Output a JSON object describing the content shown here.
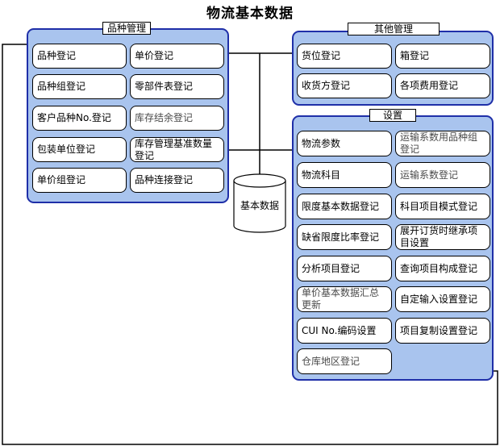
{
  "title": "物流基本数据",
  "center": {
    "label": "基本数据"
  },
  "colors": {
    "panel_fill": "#a9c4ee",
    "panel_border": "#1f2fa8"
  },
  "left_panel": {
    "title": "品种管理",
    "items": [
      "品种登记",
      "单价登记",
      "品种组登记",
      "零部件表登记",
      "客户品种No.登记",
      "库存结余登记",
      "包装单位登记",
      "库存管理基准数量登记",
      "单价组登记",
      "品种连接登记"
    ]
  },
  "right_top_panel": {
    "title": "其他管理",
    "items": [
      "货位登记",
      "箱登记",
      "收货方登记",
      "各项费用登记"
    ]
  },
  "right_panel": {
    "title": "设置",
    "items": [
      "物流参数",
      "运输系数用品种组登记",
      "物流科目",
      "运输系数登记",
      "限度基本数据登记",
      "科目项目模式登记",
      "缺省限度比率登记",
      "展开订货时继承项目设置",
      "分析项目登记",
      "查询项目构成登记",
      "单价基本数据汇总更新",
      "自定输入设置登记",
      "CUI No.编码设置",
      "项目复制设置登记",
      "仓库地区登记"
    ]
  }
}
